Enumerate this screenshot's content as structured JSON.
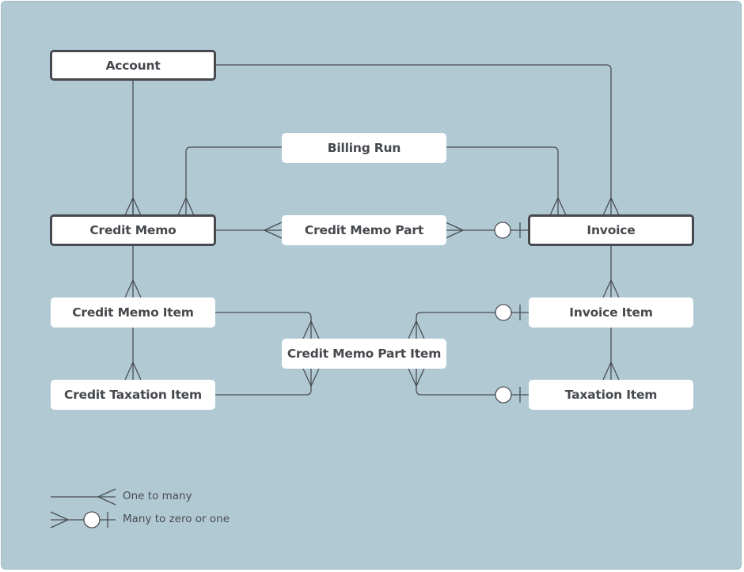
{
  "entities": {
    "account": "Account",
    "billing_run": "Billing Run",
    "credit_memo": "Credit Memo",
    "credit_memo_part": "Credit Memo Part",
    "invoice": "Invoice",
    "credit_memo_item": "Credit Memo Item",
    "invoice_item": "Invoice Item",
    "credit_memo_part_item": "Credit Memo Part Item",
    "credit_taxation_item": "Credit Taxation Item",
    "taxation_item": "Taxation Item"
  },
  "legend": {
    "one_to_many": "One to many",
    "many_to_zero_or_one": "Many to zero or one"
  },
  "colors": {
    "background": "#b0c9d3",
    "line": "#4a4d52",
    "box": "#ffffff"
  }
}
